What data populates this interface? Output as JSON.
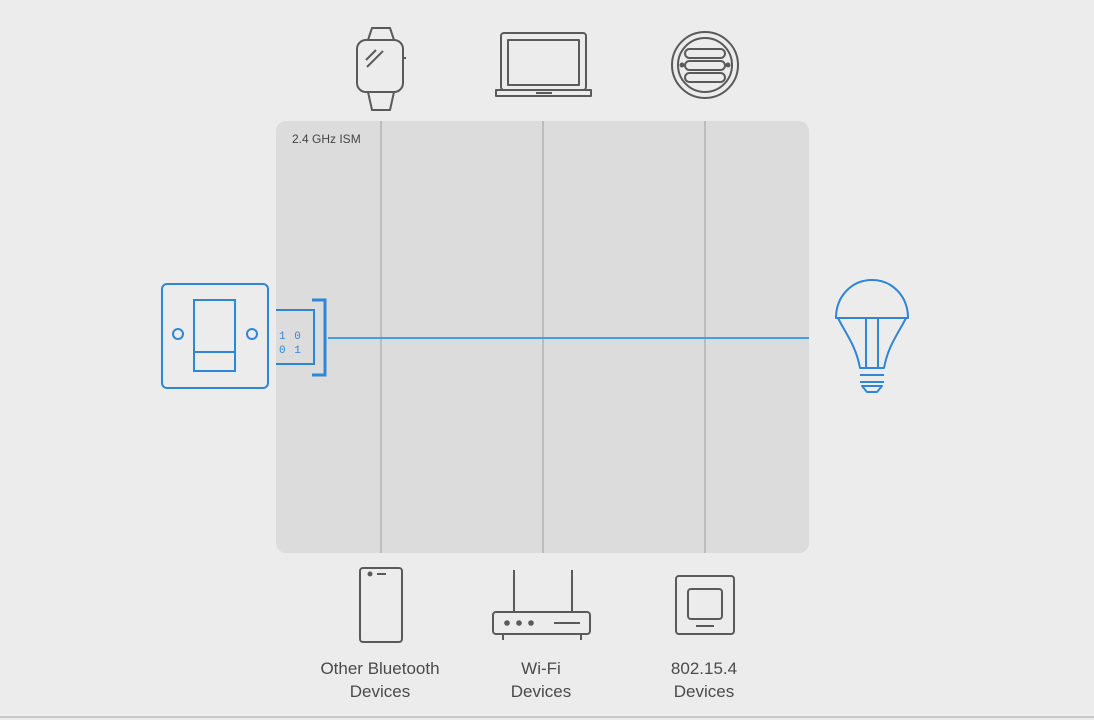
{
  "band": {
    "label": "2.4 GHz ISM"
  },
  "transmitter": {
    "bits_row1": "1 0",
    "bits_row2": "0 1"
  },
  "device_groups": [
    {
      "line1": "Other Bluetooth",
      "line2": "Devices"
    },
    {
      "line1": "Wi-Fi",
      "line2": "Devices"
    },
    {
      "line1": "802.15.4",
      "line2": "Devices"
    }
  ],
  "icons": {
    "top": [
      "smartwatch-icon",
      "laptop-icon",
      "smoke-detector-icon"
    ],
    "bottom": [
      "smartphone-icon",
      "router-icon",
      "thermostat-icon"
    ],
    "left": "light-switch-icon",
    "right": "light-bulb-icon"
  },
  "colors": {
    "background": "#ececec",
    "panel": "#dcdcdc",
    "divider": "#bdbdbd",
    "accent": "#2f86d6",
    "icon_stroke": "#5a5a5a",
    "text": "#4a4a4a"
  }
}
